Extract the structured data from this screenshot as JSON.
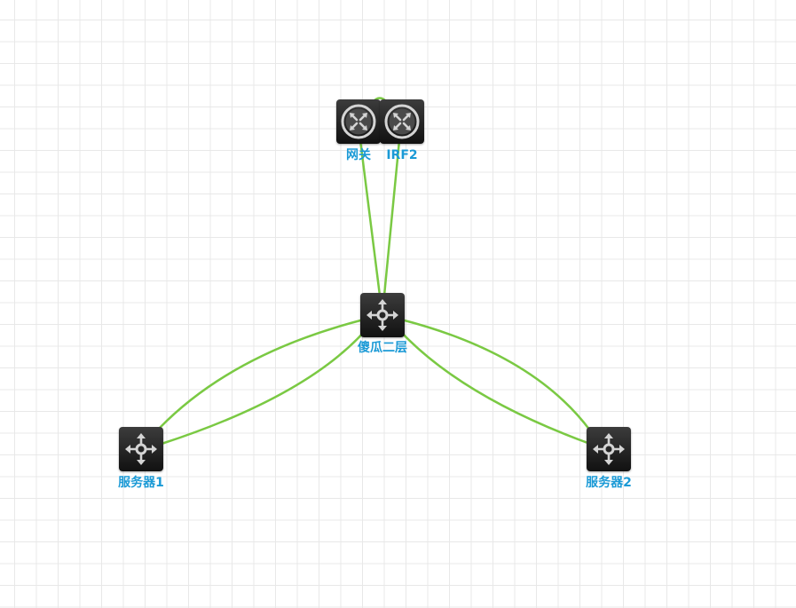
{
  "colors": {
    "link": "#7ac943",
    "label": "#1b9ad6",
    "node_bg": "#1e1e1e",
    "icon": "#d4d4d4"
  },
  "nodes": {
    "gateway": {
      "label": "网关",
      "icon": "router-icon"
    },
    "irf2": {
      "label": "IRF2",
      "icon": "router-icon"
    },
    "core": {
      "label": "傻瓜二层",
      "icon": "switch-icon"
    },
    "server1": {
      "label": "服务器1",
      "icon": "switch-icon"
    },
    "server2": {
      "label": "服务器2",
      "icon": "switch-icon"
    }
  },
  "links": [
    {
      "from": "gateway",
      "to": "irf2"
    },
    {
      "from": "gateway",
      "to": "core"
    },
    {
      "from": "irf2",
      "to": "core"
    },
    {
      "from": "core",
      "to": "server1"
    },
    {
      "from": "core",
      "to": "server1"
    },
    {
      "from": "core",
      "to": "server2"
    },
    {
      "from": "core",
      "to": "server2"
    }
  ]
}
